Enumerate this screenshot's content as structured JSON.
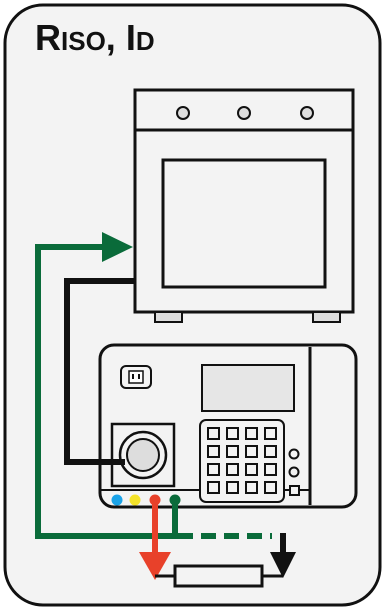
{
  "title": {
    "main_letter": "R",
    "main_subscript": "ISO",
    "separator": ", ",
    "second_letter": "I",
    "second_subscript": "D"
  },
  "colors": {
    "frame_bg": "#f3f3f3",
    "outline": "#111111",
    "green_lead": "#0a6b3a",
    "black_lead": "#111111",
    "red_lead": "#e8412a",
    "down_arrow": "#111111",
    "terminal_blue": "#1aa3e8",
    "terminal_yellow": "#f4e32a",
    "terminal_red": "#e8412a",
    "terminal_green": "#0a6b3a",
    "display_fill": "#e6e6e6"
  },
  "icons": [
    "power-socket-icon",
    "green-arrow-icon",
    "red-arrow-icon",
    "down-arrow-icon",
    "resistor-icon"
  ]
}
